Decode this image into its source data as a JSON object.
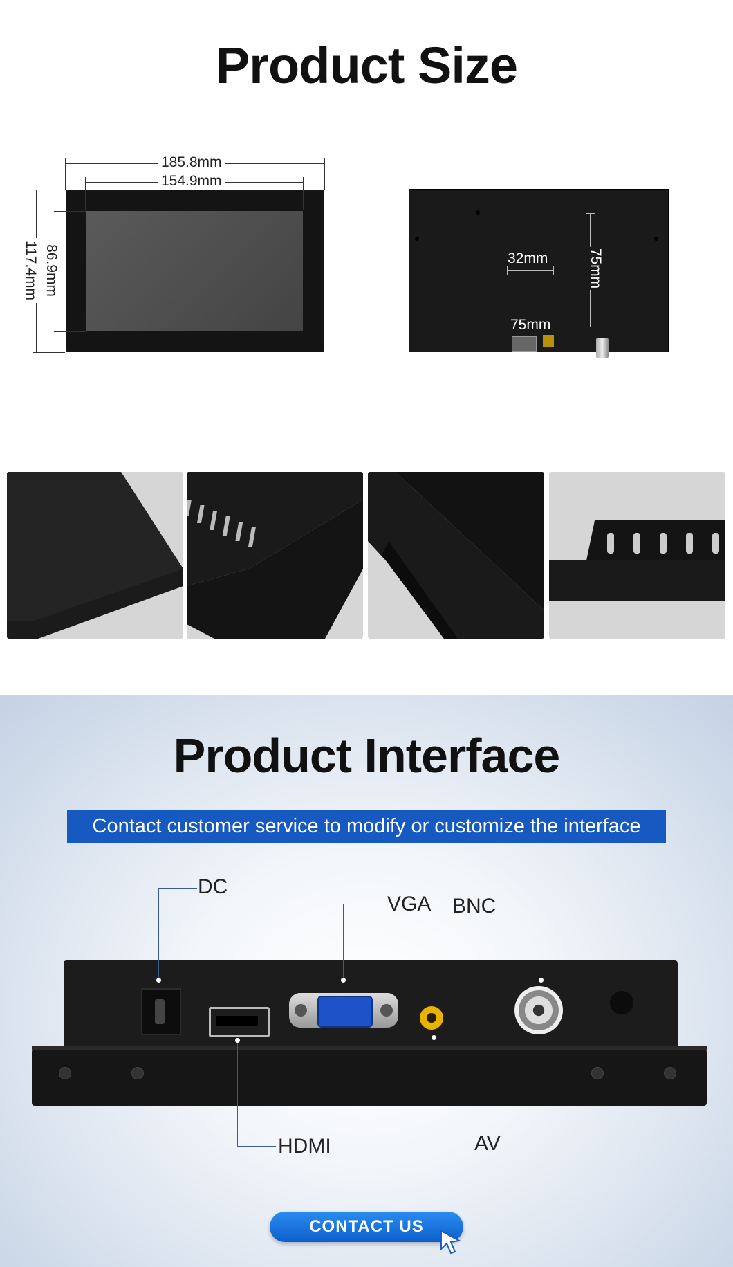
{
  "size_section": {
    "title": "Product Size",
    "front_dims": {
      "outer_width": "185.8mm",
      "screen_width": "154.9mm",
      "screen_height": "86.9mm",
      "outer_height": "117.4mm"
    },
    "back_dims": {
      "small_spacing": "32mm",
      "vesa_width": "75mm",
      "vesa_height": "75mm"
    }
  },
  "gallery": {
    "images": [
      "Corner bezel view",
      "Rear vent angle view",
      "Side edge view",
      "Vent close-up view"
    ]
  },
  "interface_section": {
    "title": "Product Interface",
    "banner": "Contact customer service to modify or customize the interface",
    "ports": {
      "dc": "DC",
      "vga": "VGA",
      "bnc": "BNC",
      "hdmi": "HDMI",
      "av": "AV"
    },
    "contact_button": "CONTACT US"
  },
  "colors": {
    "banner_blue": "#1659c1",
    "button_blue": "#1a74e0",
    "av_port_yellow": "#e8b400",
    "vga_port_blue": "#1e52c8"
  }
}
